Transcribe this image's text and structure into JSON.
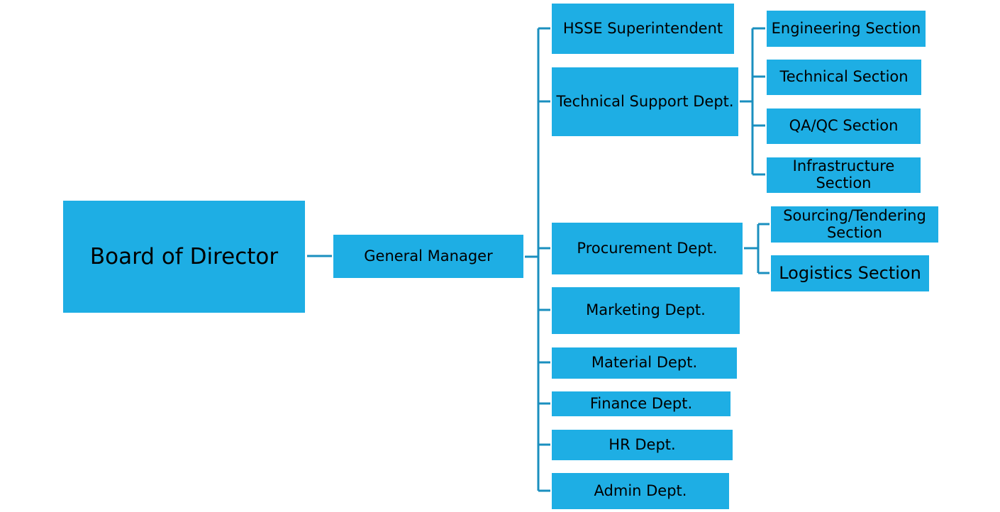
{
  "colors": {
    "box": "#1eaee4",
    "line": "#1a8fbf",
    "text": "#000000"
  },
  "root": {
    "label": "Board of Director"
  },
  "general_manager": {
    "label": "General Manager"
  },
  "departments": [
    {
      "label": "HSSE Superintendent"
    },
    {
      "label": "Technical Support Dept."
    },
    {
      "label": "Procurement Dept."
    },
    {
      "label": "Marketing Dept."
    },
    {
      "label": "Material Dept."
    },
    {
      "label": "Finance Dept."
    },
    {
      "label": "HR Dept."
    },
    {
      "label": "Admin Dept."
    }
  ],
  "technical_sections": [
    {
      "label": "Engineering Section"
    },
    {
      "label": "Technical Section"
    },
    {
      "label": "QA/QC Section"
    },
    {
      "label": "Infrastructure\nSection"
    }
  ],
  "procurement_sections": [
    {
      "label": "Sourcing/Tendering\nSection"
    },
    {
      "label": "Logistics Section"
    }
  ]
}
